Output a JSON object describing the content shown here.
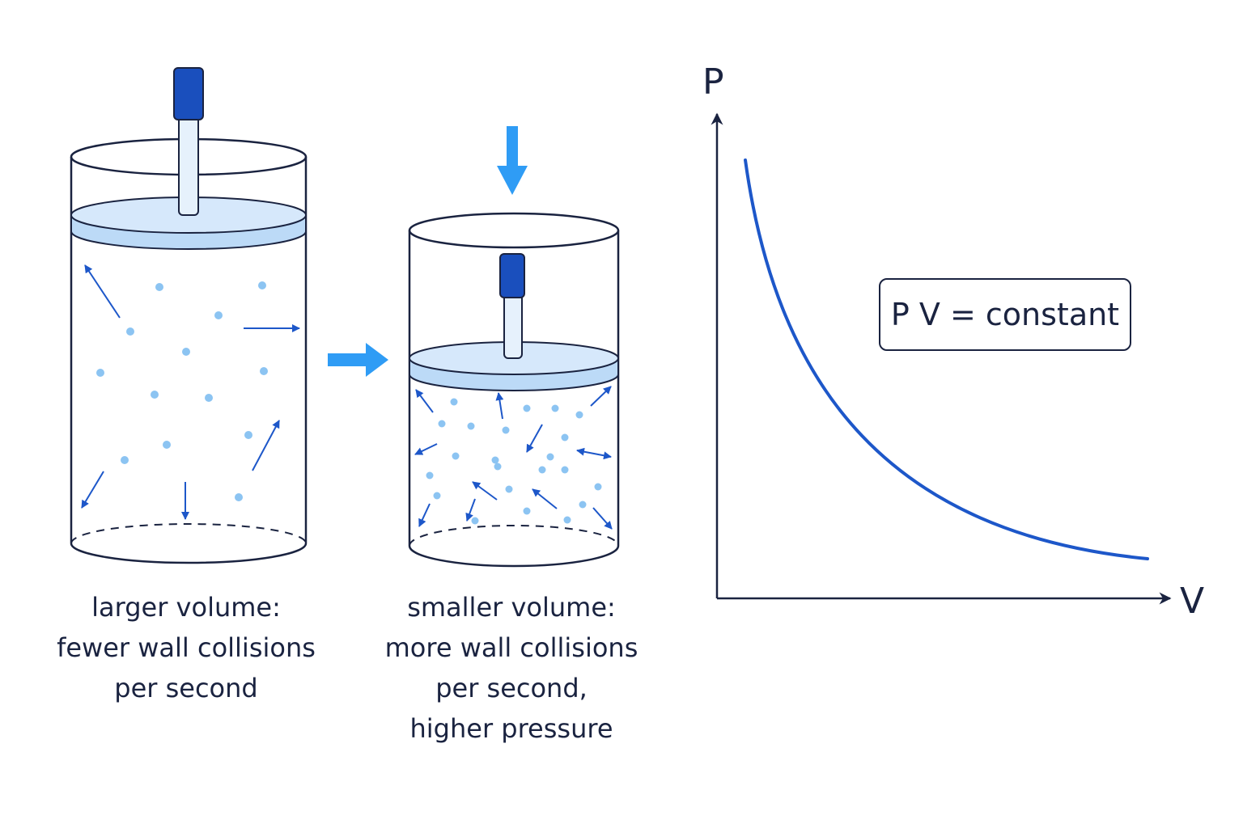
{
  "colors": {
    "outline": "#1a2340",
    "accent": "#1d57c9",
    "arrow": "#2f9cf5",
    "piston_fill": "#d6e8fb",
    "particle": "#8cc4f2",
    "rod_fill": "#e6f1fc",
    "handle": "#1a4fbd"
  },
  "left_cylinder": {
    "caption_lines": [
      "larger volume:",
      "fewer wall collisions",
      "per second"
    ]
  },
  "right_cylinder": {
    "caption_lines": [
      "smaller volume:",
      "more wall collisions",
      "per second,",
      "higher pressure"
    ]
  },
  "graph": {
    "y_label": "P",
    "x_label": "V",
    "formula": "P V = constant"
  }
}
